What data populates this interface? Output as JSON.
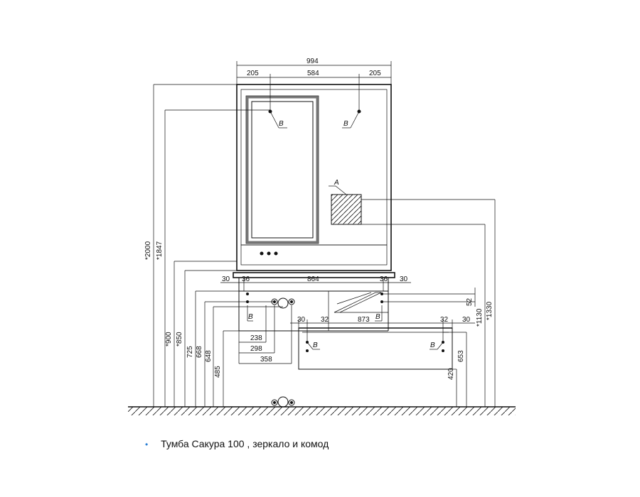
{
  "dims": {
    "top_width": "994",
    "top_left": "205",
    "top_mid": "584",
    "top_right": "205",
    "h_2000": "*2000",
    "h_1847": "*1847",
    "h_1330": "*1330",
    "h_1130": "*1130",
    "h_900": "*900",
    "h_850": "*850",
    "h_725": "725",
    "h_668": "668",
    "h_648": "648",
    "h_485": "485",
    "h_653": "653",
    "h_420": "420",
    "h_52": "52",
    "w_864": "864",
    "w_30_left": "30",
    "w_36_left": "36",
    "w_36_right": "36",
    "w_30_right": "30",
    "w_873": "873",
    "w_30_drawer_left": "30",
    "w_32_drawer_left": "32",
    "w_32_drawer_right": "32",
    "w_30_drawer_right": "30",
    "w_238": "238",
    "w_298": "298",
    "w_358": "358"
  },
  "markers": {
    "b": "B",
    "a": "A"
  },
  "caption": {
    "bullet": "•",
    "text": "Тумба Сакура 100 , зеркало и комод"
  }
}
